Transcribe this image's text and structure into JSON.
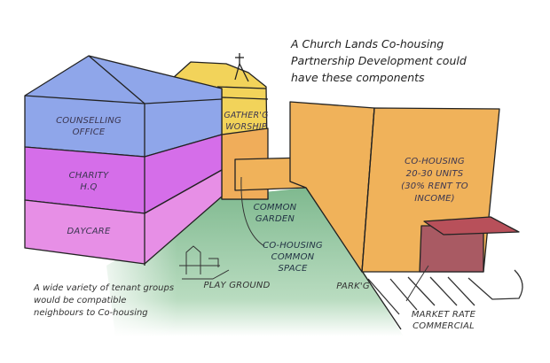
{
  "title_lines": [
    "A Church Lands Co-housing",
    "Partnership Development could",
    "have these components"
  ],
  "labels": {
    "counselling": [
      "COUNSELLING",
      "OFFICE"
    ],
    "charity": [
      "CHARITY",
      "H.Q"
    ],
    "daycare": "DAYCARE",
    "worship": [
      "GATHER'G",
      "WORSHIP"
    ],
    "garden": [
      "COMMON",
      "GARDEN"
    ],
    "common_space": [
      "CO-HOUSING",
      "COMMON",
      "SPACE"
    ],
    "playground": "PLAY GROUND",
    "parking": "PARK'G",
    "cohousing": [
      "CO-HOUSING",
      "20-30 UNITS",
      "(30% RENT TO",
      "INCOME)"
    ],
    "commercial": [
      "MARKET RATE",
      "COMMERCIAL"
    ]
  },
  "note_lines": [
    "A wide variety of tenant groups",
    "would be compatible",
    "neighbours to Co-housing"
  ],
  "colors": {
    "counselling": "#8fa6ea",
    "charity": "#d56ee9",
    "daycare": "#e78fe6",
    "worship": "#f2d35a",
    "cohousing": "#f0b25a",
    "commercial": "#a95a63",
    "ground": "#8cc39a"
  }
}
